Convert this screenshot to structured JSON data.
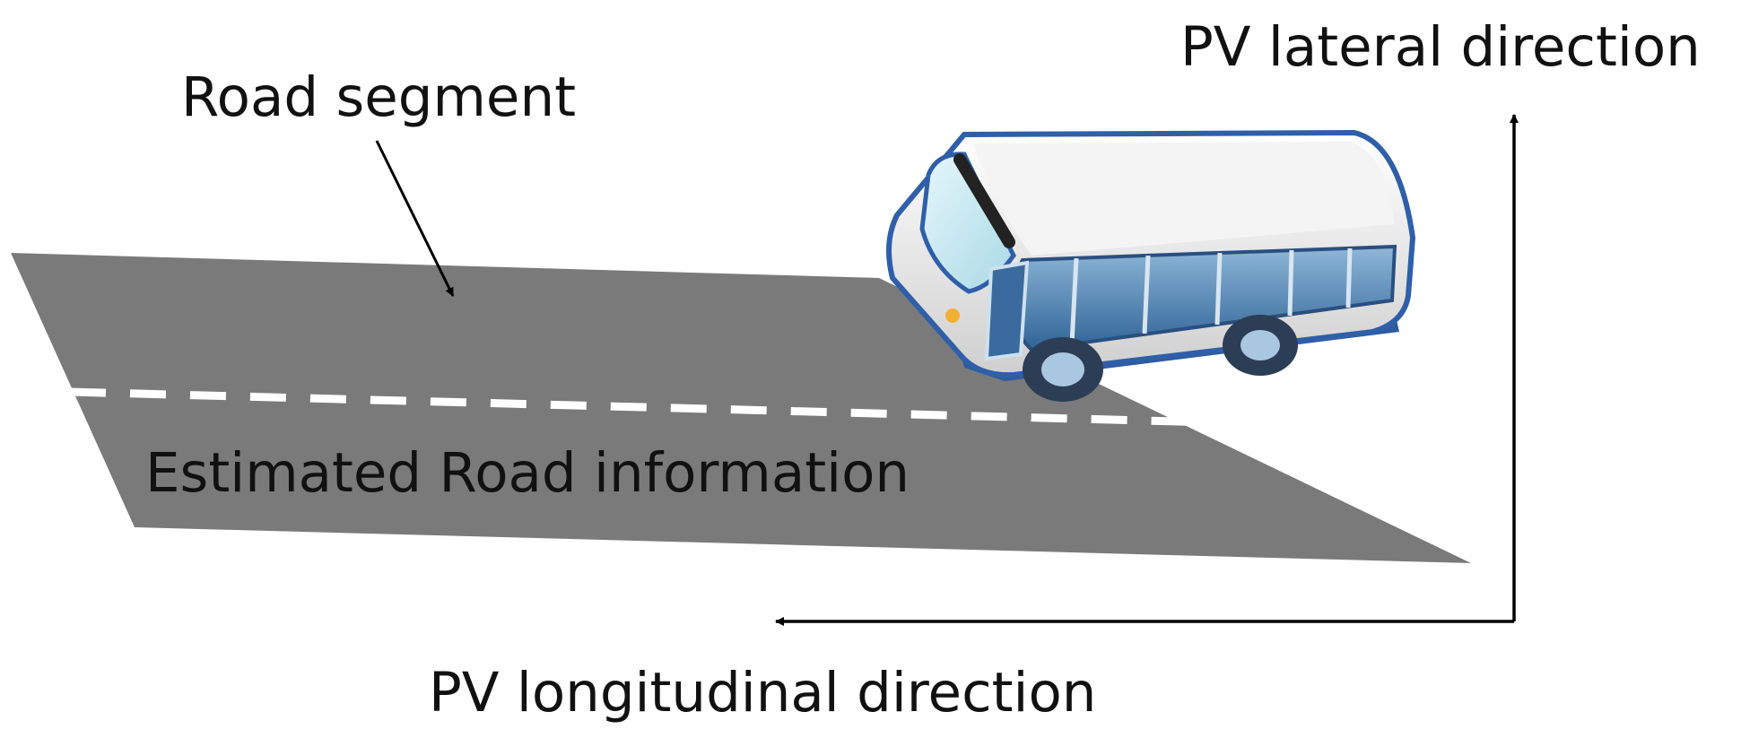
{
  "labels": {
    "road_segment": "Road segment",
    "estimated_road_information": "Estimated Road information",
    "pv_lateral_direction": "PV lateral direction",
    "pv_longitudinal_direction": "PV longitudinal direction"
  },
  "colors": {
    "road": "#7a7a7a",
    "lane_marking": "#ffffff",
    "bus_body": "#e8e8e8",
    "bus_outline": "#2f5fa8",
    "bus_windows": "#4f7fb0",
    "bus_underside": "#2f5aa0",
    "arrows": "#000000"
  }
}
